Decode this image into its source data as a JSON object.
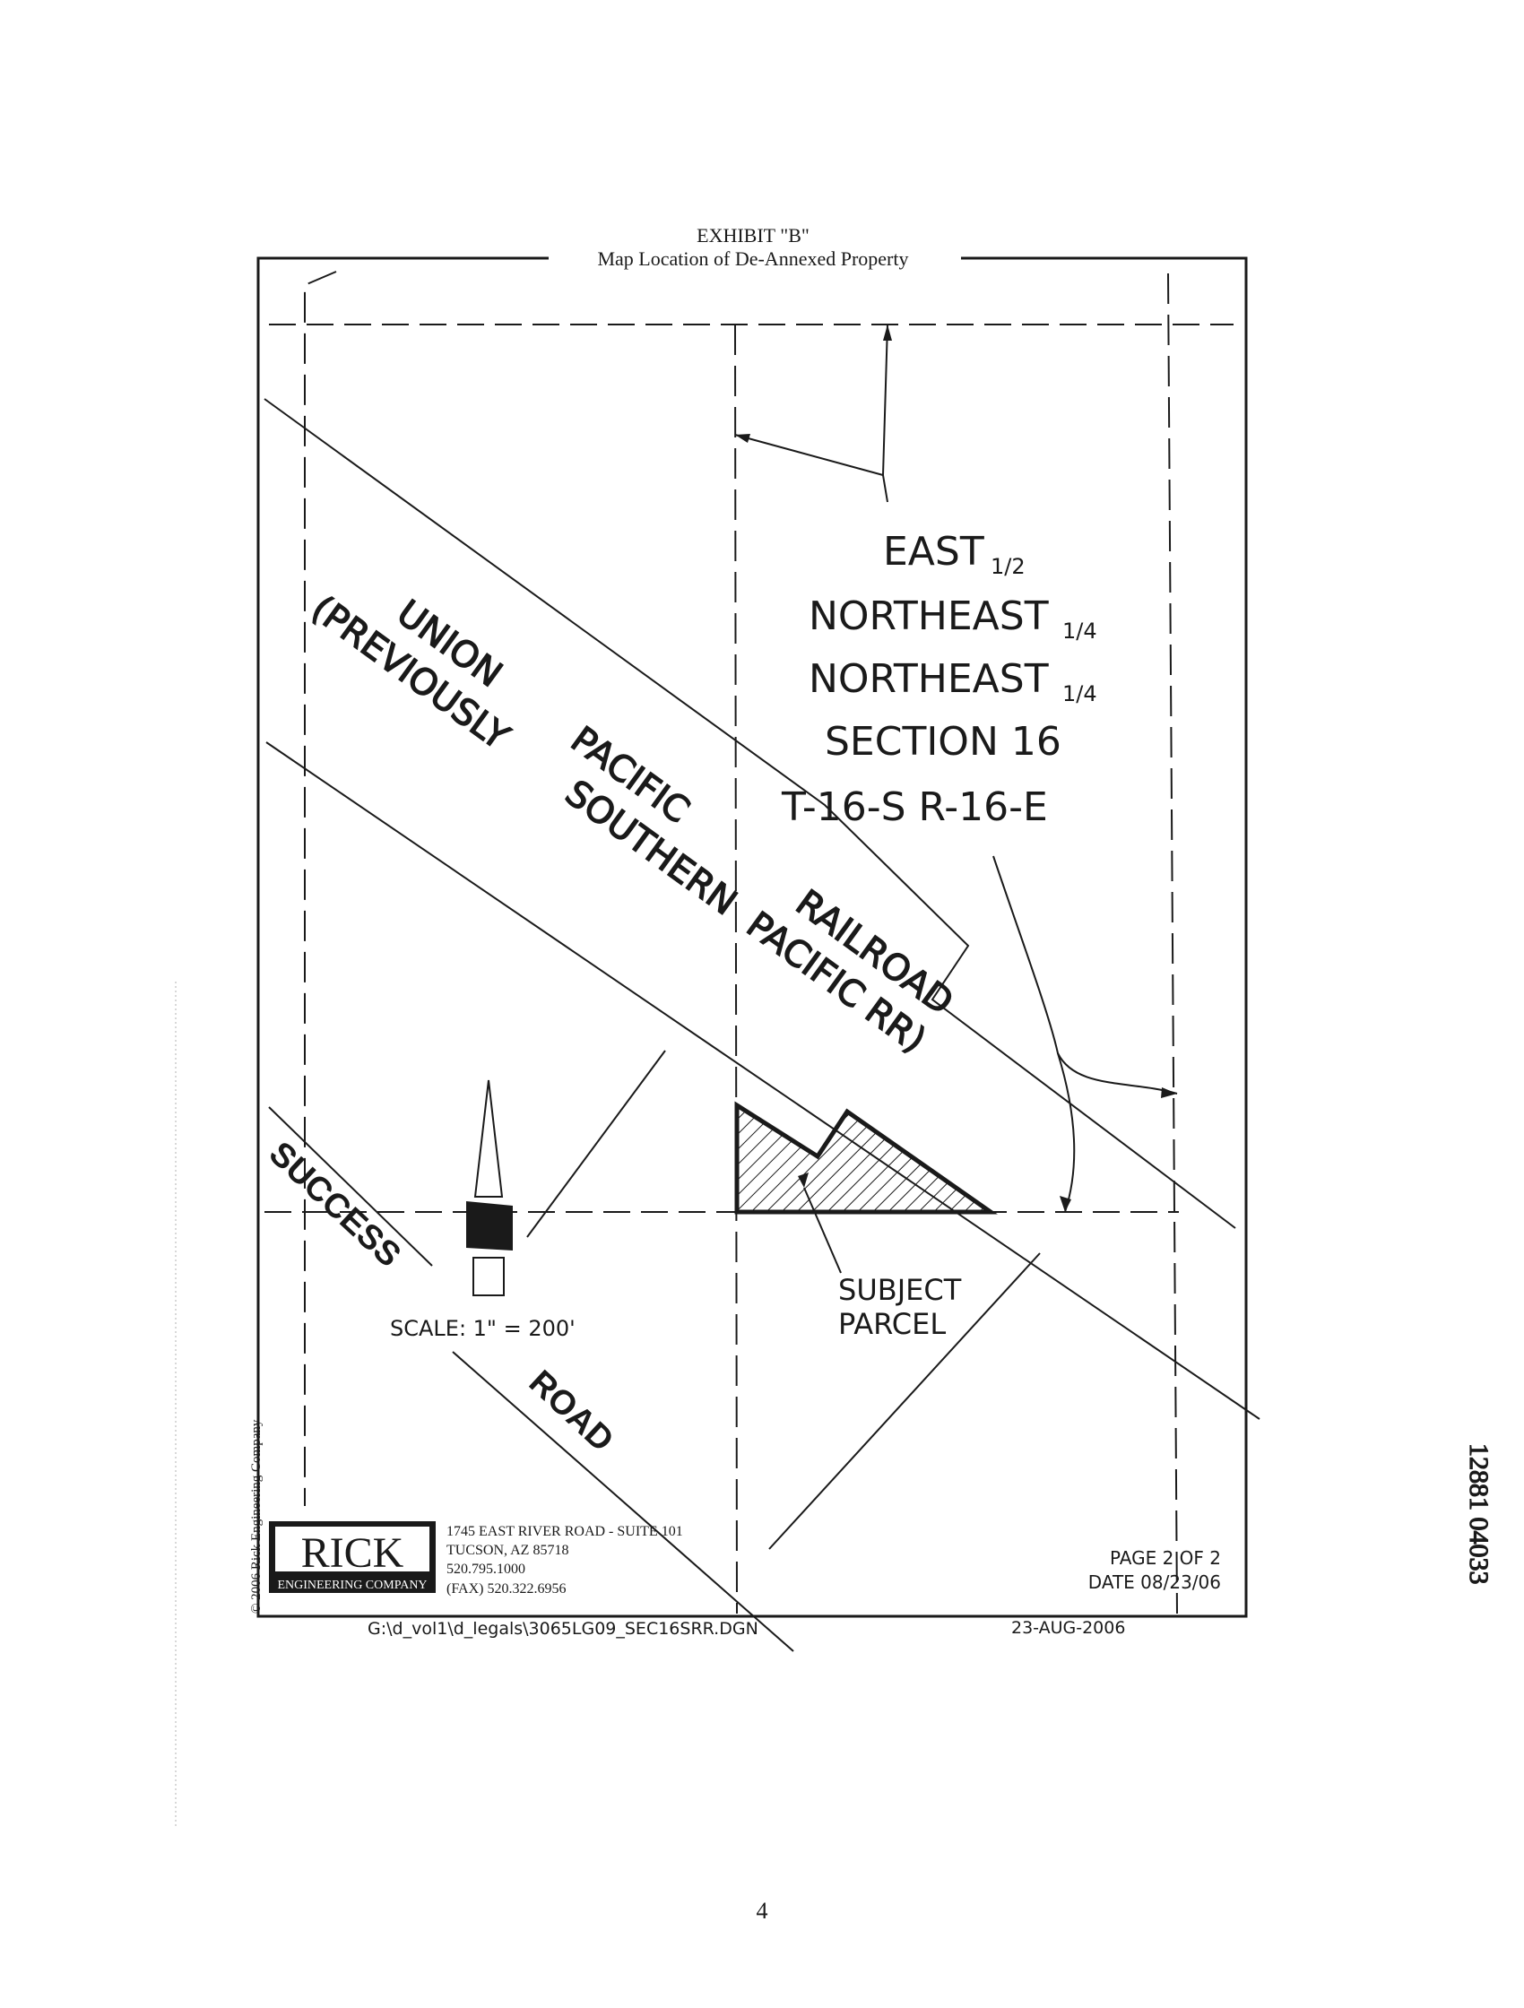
{
  "exhibit": {
    "title": "EXHIBIT \"B\"",
    "subtitle": "Map Location of De-Annexed Property"
  },
  "section_label": {
    "line1": "EAST",
    "line1_frac": "1/2",
    "line2": "NORTHEAST",
    "line2_frac": "1/4",
    "line3": "NORTHEAST",
    "line3_frac": "1/4",
    "line4": "SECTION 16",
    "line5": "T-16-S R-16-E"
  },
  "railroad_label": {
    "line1_a": "UNION",
    "line1_b": "PACIFIC",
    "line1_c": "RAILROAD",
    "line2_a": "(PREVIOUSLY",
    "line2_b": "SOUTHERN",
    "line2_c": "PACIFIC RR)"
  },
  "road_label": {
    "part1": "SUCCESS",
    "part2": "ROAD"
  },
  "scale": "SCALE: 1\" = 200'",
  "subject_parcel": {
    "line1": "SUBJECT",
    "line2": "PARCEL"
  },
  "company": {
    "name": "RICK",
    "tagline": "ENGINEERING COMPANY",
    "address1": "1745 EAST RIVER ROAD - SUITE 101",
    "address2": "TUCSON, AZ 85718",
    "phone": "520.795.1000",
    "fax": "(FAX) 520.322.6956",
    "copyright": "© 2006 Rick Engineering Company"
  },
  "page_info": {
    "page": "PAGE 2 OF 2",
    "date": "DATE 08/23/06"
  },
  "file_path": "G:\\d_vol1\\d_legals\\3065LG09_SEC16SRR.DGN",
  "plot_date": "23-AUG-2006",
  "side_number": "12881 04033",
  "page_number": "4"
}
